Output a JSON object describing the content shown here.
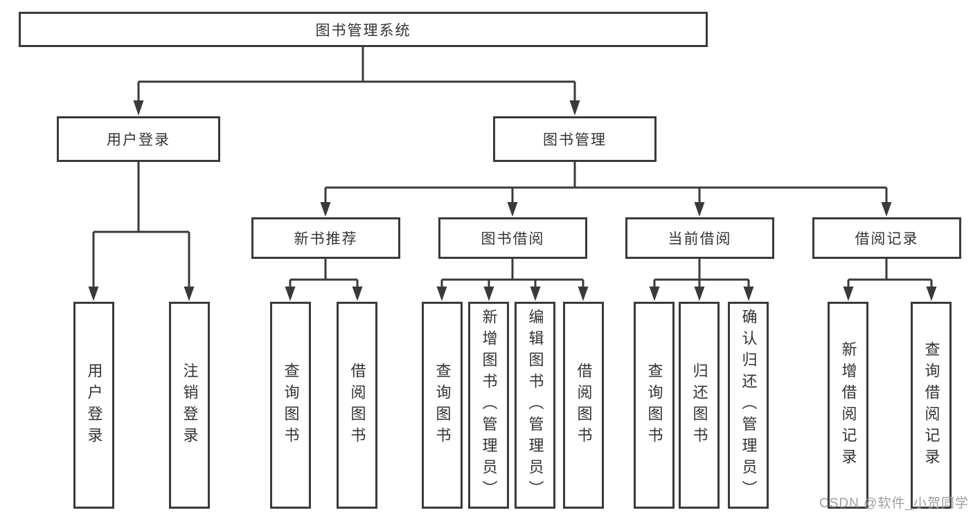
{
  "diagram": {
    "root": {
      "label": "图书管理系统"
    },
    "branches": [
      {
        "label": "用户登录",
        "children": [
          {
            "label": "用户登录"
          },
          {
            "label": "注销登录"
          }
        ]
      },
      {
        "label": "图书管理",
        "children": [
          {
            "label": "新书推荐",
            "children": [
              {
                "label": "查询图书"
              },
              {
                "label": "借阅图书"
              }
            ]
          },
          {
            "label": "图书借阅",
            "children": [
              {
                "label": "查询图书"
              },
              {
                "label": "新增图书（管理员）"
              },
              {
                "label": "编辑图书（管理员）"
              },
              {
                "label": "借阅图书"
              }
            ]
          },
          {
            "label": "当前借阅",
            "children": [
              {
                "label": "查询图书"
              },
              {
                "label": "归还图书"
              },
              {
                "label": "确认归还（管理员）"
              }
            ]
          },
          {
            "label": "借阅记录",
            "children": [
              {
                "label": "新增借阅记录"
              },
              {
                "label": "查询借阅记录"
              }
            ]
          }
        ]
      }
    ]
  },
  "colors": {
    "line": "#3a3a3a",
    "text": "#333333",
    "watermark": "#9e9e9e"
  },
  "watermark": {
    "text": "CSDN @软件_小贺同学"
  }
}
